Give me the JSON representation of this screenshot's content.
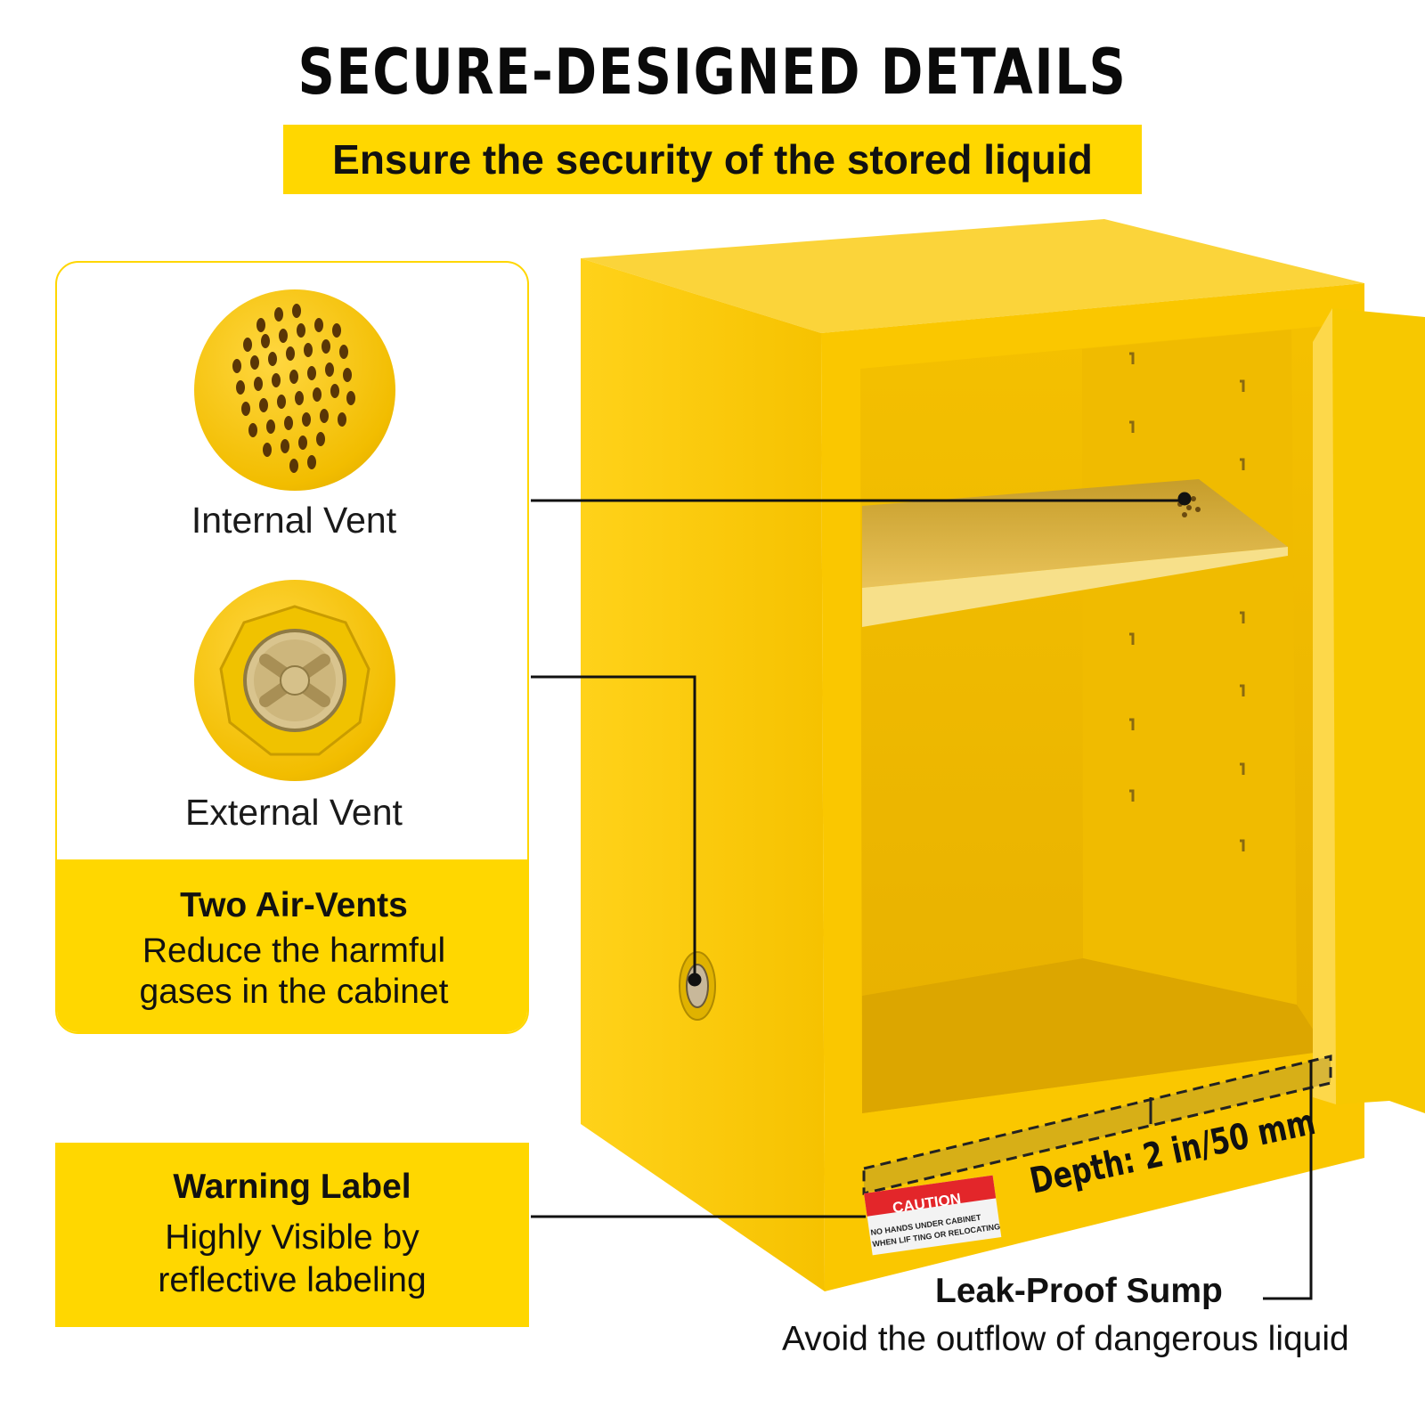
{
  "heading": {
    "title": "SECURE-DESIGNED DETAILS",
    "subtitle": "Ensure the security of the stored liquid"
  },
  "vents": {
    "internal_label": "Internal Vent",
    "external_label": "External Vent",
    "feature_title": "Two Air-Vents",
    "feature_line1": "Reduce the harmful",
    "feature_line2": "gases in the cabinet"
  },
  "warning": {
    "title": "Warning Label",
    "line1": "Highly Visible by",
    "line2": "reflective labeling",
    "sticker_heading": "CAUTION",
    "sticker_line1": "NO HANDS UNDER CABINET",
    "sticker_line2": "WHEN LIF TING OR RELOCATING"
  },
  "sump": {
    "depth_label": "Depth: 2 in/50 mm",
    "title": "Leak-Proof Sump",
    "text": "Avoid the outflow of dangerous liquid"
  },
  "colors": {
    "brand_yellow": "#ffd700",
    "cabinet_yellow": "#f5c400",
    "caution_red": "#e3262a"
  }
}
